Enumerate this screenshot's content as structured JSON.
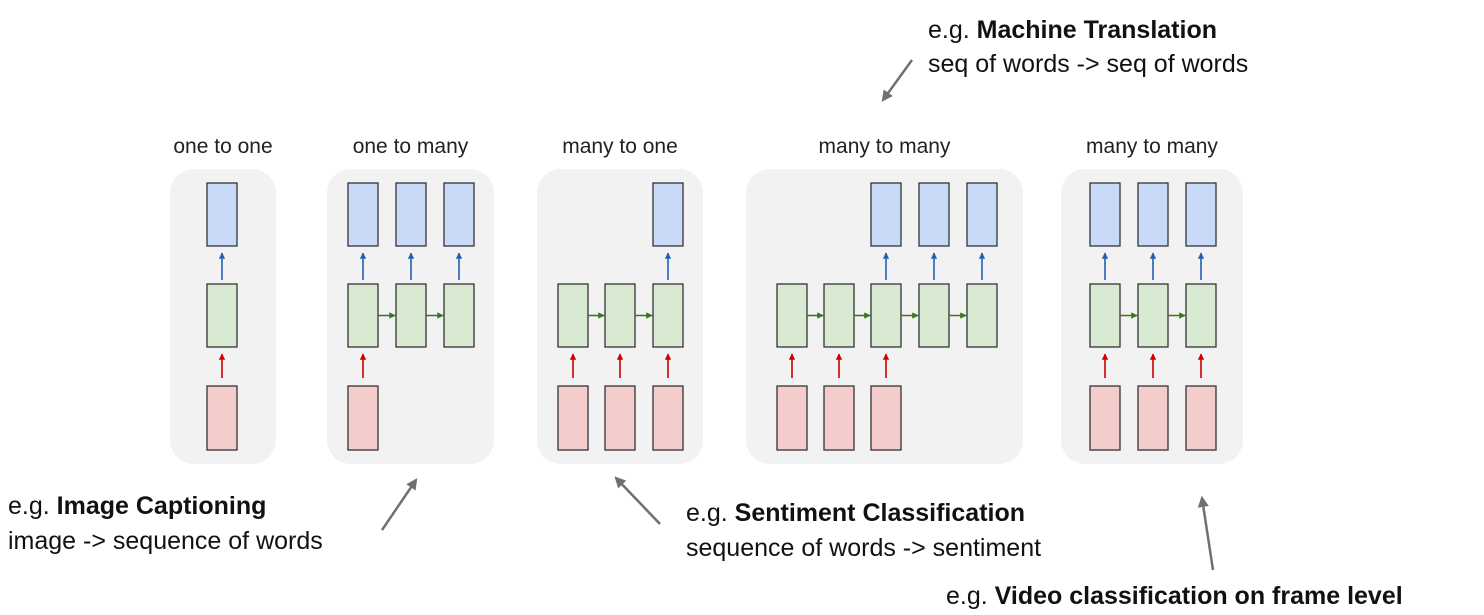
{
  "colors": {
    "panel_bg": "#f2f2f2",
    "input_fill": "#f4cccc",
    "hidden_fill": "#d9ead3",
    "output_fill": "#c9daf8",
    "box_stroke": "#333333",
    "input_arrow": "#cc0000",
    "recurrent_arrow": "#38761d",
    "output_arrow": "#1f62b5",
    "callout_arrow": "#707070"
  },
  "panels": [
    {
      "title": "one to one",
      "inputs": [
        true
      ],
      "outputs": [
        true
      ]
    },
    {
      "title": "one to many",
      "inputs": [
        true,
        false,
        false
      ],
      "outputs": [
        true,
        true,
        true
      ]
    },
    {
      "title": "many to one",
      "inputs": [
        true,
        true,
        true
      ],
      "outputs": [
        false,
        false,
        true
      ]
    },
    {
      "title": "many to many",
      "inputs": [
        true,
        true,
        true,
        false,
        false
      ],
      "outputs": [
        false,
        false,
        true,
        true,
        true
      ]
    },
    {
      "title": "many to many",
      "inputs": [
        true,
        true,
        true
      ],
      "outputs": [
        true,
        true,
        true
      ]
    }
  ],
  "annotations": {
    "machine_translation": {
      "prefix": "e.g. ",
      "task": "Machine Translation",
      "desc": "seq of words -> seq of words"
    },
    "image_captioning": {
      "prefix": "e.g. ",
      "task": "Image Captioning",
      "desc": "image -> sequence of words"
    },
    "sentiment": {
      "prefix": "e.g. ",
      "task": "Sentiment Classification",
      "desc": "sequence of words -> sentiment"
    },
    "video": {
      "prefix": "e.g. ",
      "task": "Video classification on frame level"
    }
  }
}
